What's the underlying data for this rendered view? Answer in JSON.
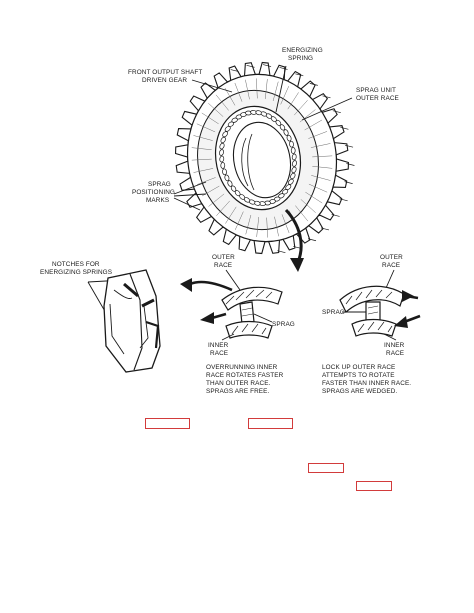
{
  "labels": {
    "energizing_spring_1": "ENERGIZING",
    "energizing_spring_2": "SPRING",
    "front_output_1": "FRONT OUTPUT SHAFT",
    "front_output_2": "DRIVEN GEAR",
    "sprag_unit_1": "SPRAG UNIT",
    "sprag_unit_2": "OUTER RACE",
    "sprag_pos_1": "SPRAG",
    "sprag_pos_2": "POSITIONING",
    "sprag_pos_3": "MARKS",
    "notches_1": "NOTCHES FOR",
    "notches_2": "ENERGIZING SPRINGS",
    "outer_race_left_1": "OUTER",
    "outer_race_left_2": "RACE",
    "sprag_left": "SPRAG",
    "inner_race_left_1": "INNER",
    "inner_race_left_2": "RACE",
    "outer_race_right_1": "OUTER",
    "outer_race_right_2": "RACE",
    "sprag_right": "SPRAG",
    "inner_race_right_1": "INNER",
    "inner_race_right_2": "RACE"
  },
  "captions": {
    "overrunning": [
      "OVERRUNNING INNER",
      "RACE ROTATES FASTER",
      "THAN OUTER RACE.",
      "SPRAGS ARE FREE."
    ],
    "lockup": [
      "LOCK UP OUTER RACE",
      "ATTEMPTS TO ROTATE",
      "FASTER THAN INNER RACE.",
      "SPRAGS ARE WEDGED."
    ]
  },
  "colors": {
    "ink": "#1a1a1a",
    "ref_box": "#d23b3b",
    "background": "#ffffff"
  }
}
